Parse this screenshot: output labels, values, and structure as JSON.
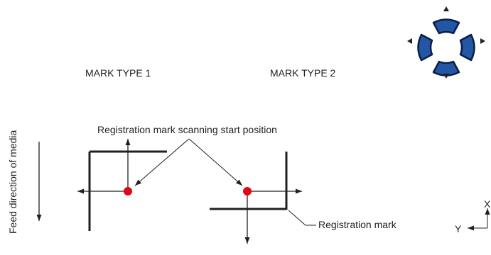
{
  "labels": {
    "mark_type_1": "MARK TYPE 1",
    "mark_type_2": "MARK TYPE 2",
    "scan_start": "Registration mark scanning start position",
    "feed_direction": "Feed direction of media",
    "registration_mark": "Registration mark",
    "axis_x": "X",
    "axis_y": "Y"
  },
  "colors": {
    "line": "#231f20",
    "start_point": "#e30613",
    "pad_fill": "#2456a6",
    "pad_stroke": "#0a1f44"
  },
  "icons": {
    "control_pad": "directional-pad-icon"
  }
}
